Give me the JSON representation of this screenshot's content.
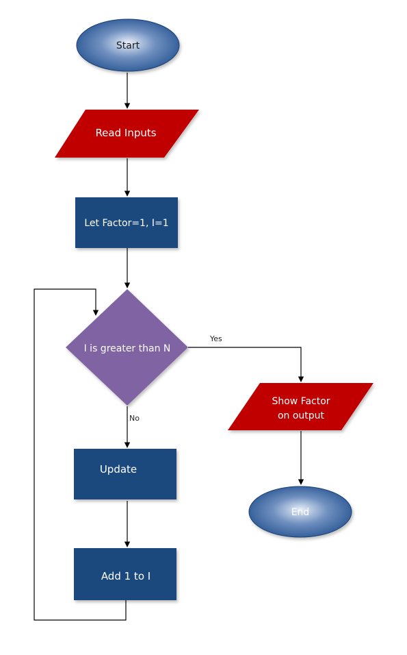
{
  "flowchart": {
    "colors": {
      "terminal": "#1f4e8c",
      "terminal_highlight": "#c8d8ee",
      "io": "#c00000",
      "process": "#1f497d",
      "decision": "#8064a2",
      "line": "#000000"
    },
    "nodes": {
      "start": {
        "label": "Start"
      },
      "read_inputs": {
        "label": "Read Inputs"
      },
      "init": {
        "label": "Let Factor=1, I=1"
      },
      "check": {
        "label": "I is greater than N"
      },
      "show_factor": {
        "line1": "Show Factor",
        "line2": "on output"
      },
      "update": {
        "label": "Update"
      },
      "increment": {
        "label": "Add 1 to I"
      },
      "end": {
        "label": "End"
      }
    },
    "edges": {
      "yes_label": "Yes",
      "no_label": "No"
    }
  }
}
